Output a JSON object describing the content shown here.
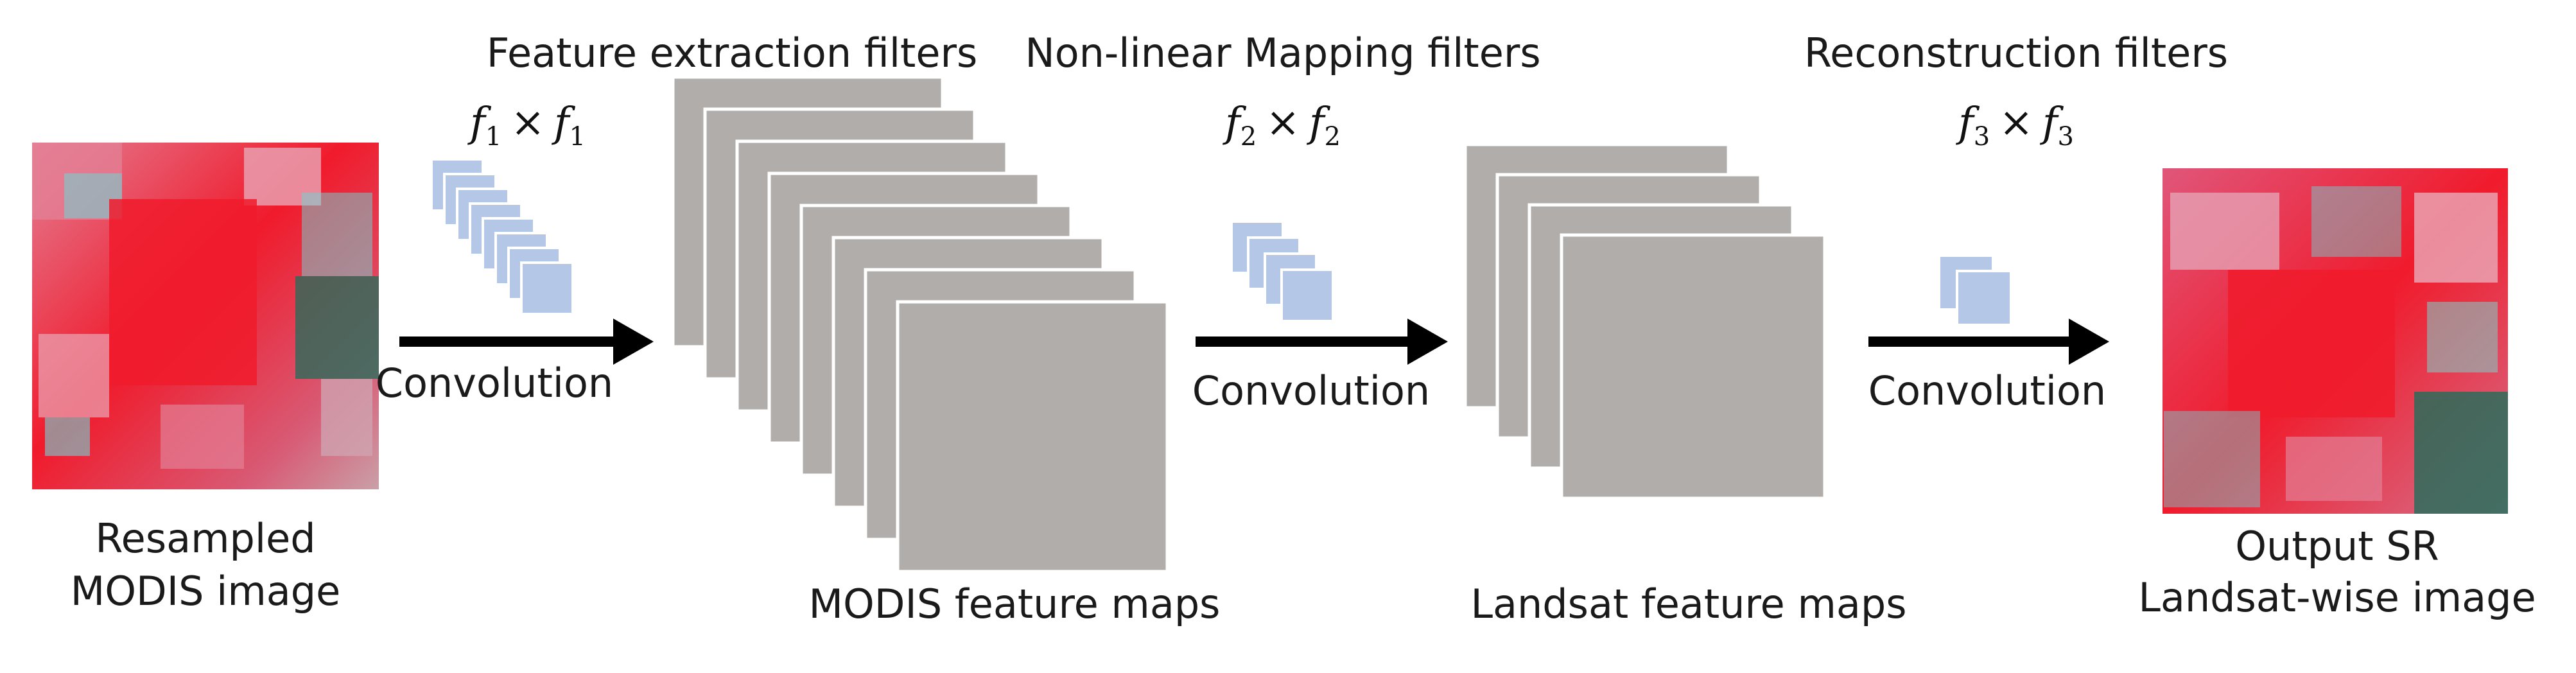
{
  "stages": {
    "input": {
      "caption_line1": "Resampled",
      "caption_line2": "MODIS image"
    },
    "feature_extraction": {
      "title": "Feature extraction filters",
      "filter_symbol": "f",
      "filter_index": "1",
      "times": "×",
      "operation": "Convolution",
      "filter_count": 8,
      "maps_caption": "MODIS feature maps",
      "maps_count": 8
    },
    "nonlinear_mapping": {
      "title": "Non-linear Mapping filters",
      "filter_symbol": "f",
      "filter_index": "2",
      "times": "×",
      "operation": "Convolution",
      "filter_count": 4,
      "maps_caption": "Landsat feature maps",
      "maps_count": 4
    },
    "reconstruction": {
      "title": "Reconstruction filters",
      "filter_symbol": "f",
      "filter_index": "3",
      "times": "×",
      "operation": "Convolution",
      "filter_count": 2
    },
    "output": {
      "caption_line1": "Output SR",
      "caption_line2": "Landsat-wise image"
    }
  },
  "colors": {
    "feature_map_fill": "#b0adab",
    "feature_map_stroke": "#ffffff",
    "filter_fill": "#b4c7e7",
    "filter_stroke": "#ffffff",
    "arrow": "#000000",
    "image_red": "#f01b2c",
    "image_pink": "#e37f95",
    "image_cyan": "#6fd6d6",
    "image_teal": "#1f6e5a"
  }
}
